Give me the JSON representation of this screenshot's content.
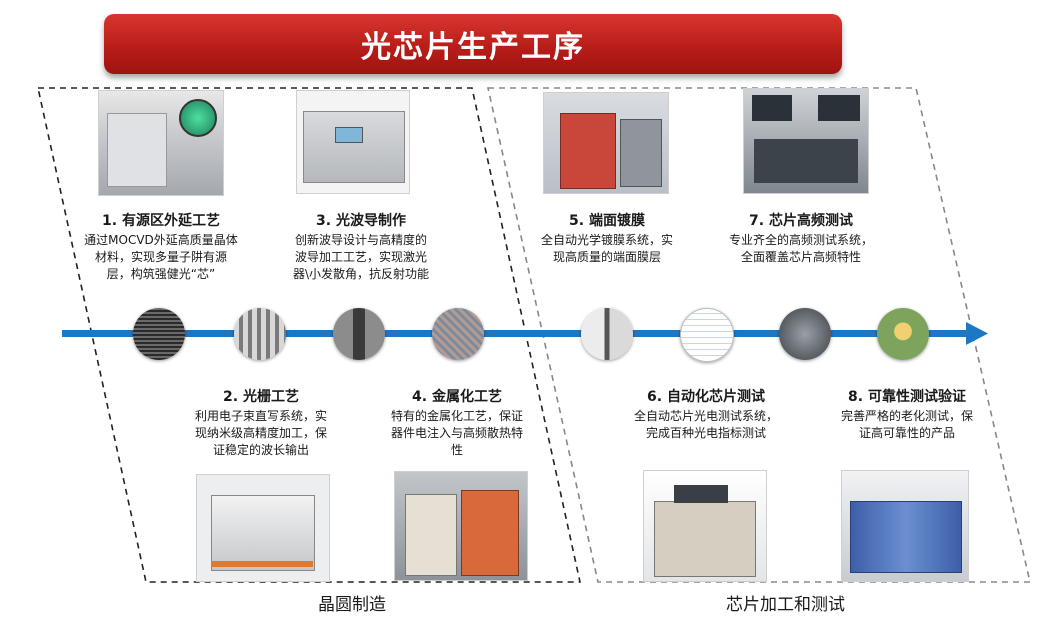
{
  "title": "光芯片生产工序",
  "sections": {
    "wafer": "晶圆制造",
    "chip": "芯片加工和测试"
  },
  "steps": [
    {
      "title": "1. 有源区外延工艺",
      "lines": [
        "通过MOCVD外延高质量晶体",
        "材料，实现多量子阱有源",
        "层，构筑强健光“芯”"
      ]
    },
    {
      "title": "2. 光栅工艺",
      "lines": [
        "利用电子束直写系统，实",
        "现纳米级高精度加工，保",
        "证稳定的波长输出"
      ]
    },
    {
      "title": "3. 光波导制作",
      "lines": [
        "创新波导设计与高精度的",
        "波导加工工艺，实现激光",
        "器\\小发散角，抗反射功能"
      ]
    },
    {
      "title": "4. 金属化工艺",
      "lines": [
        "特有的金属化工艺，保证",
        "器件电注入与高频散热特",
        "性"
      ]
    },
    {
      "title": "5. 端面镀膜",
      "lines": [
        "全自动光学镀膜系统，实",
        "现高质量的端面膜层"
      ]
    },
    {
      "title": "6. 自动化芯片测试",
      "lines": [
        "全自动芯片光电测试系统，",
        "完成百种光电指标测试"
      ]
    },
    {
      "title": "7. 芯片高频测试",
      "lines": [
        "专业齐全的高频测试系统，",
        "全面覆盖芯片高频特性"
      ]
    },
    {
      "title": "8. 可靠性测试验证",
      "lines": [
        "完善严格的老化测试，保",
        "证高可靠性的产品"
      ]
    }
  ],
  "colors": {
    "banner": "#c42a24",
    "arrow": "#1c78c4",
    "dashed_frame": "#222222",
    "dashed_frame_right": "#888888"
  }
}
